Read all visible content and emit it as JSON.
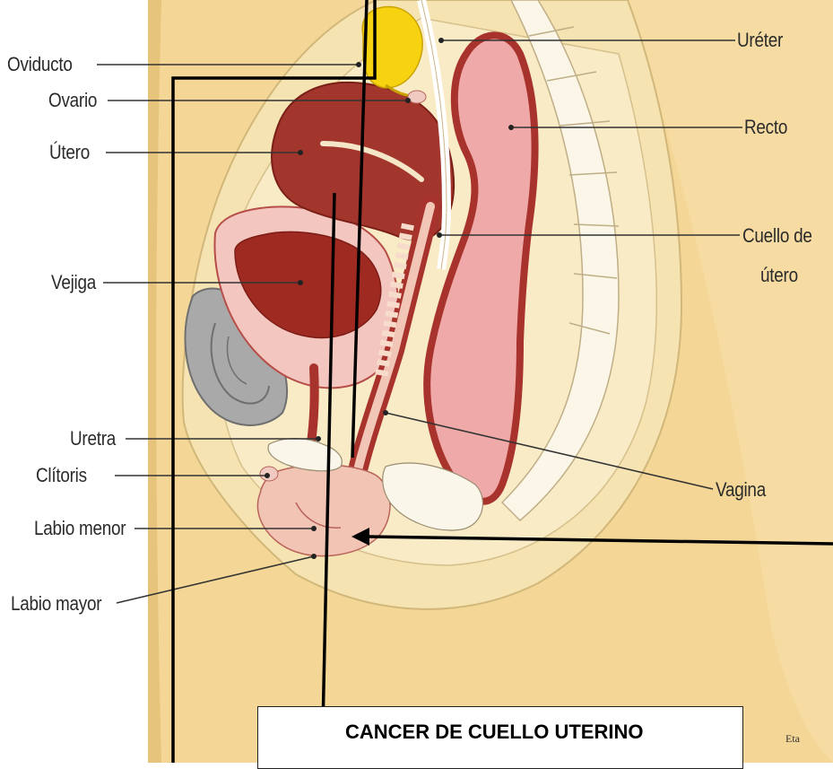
{
  "labels": {
    "oviducto": "Oviducto",
    "ovario": "Ovario",
    "utero": "Útero",
    "vejiga": "Vejiga",
    "uretra": "Uretra",
    "clitoris": "Clítoris",
    "labio_menor": "Labio menor",
    "labio_mayor": "Labio mayor",
    "ureter": "Uréter",
    "recto": "Recto",
    "cuello_line1": "Cuello de",
    "cuello_line2": "útero",
    "vagina": "Vagina"
  },
  "title": "CANCER DE CUELLO UTERINO",
  "side_note": "Eta"
}
